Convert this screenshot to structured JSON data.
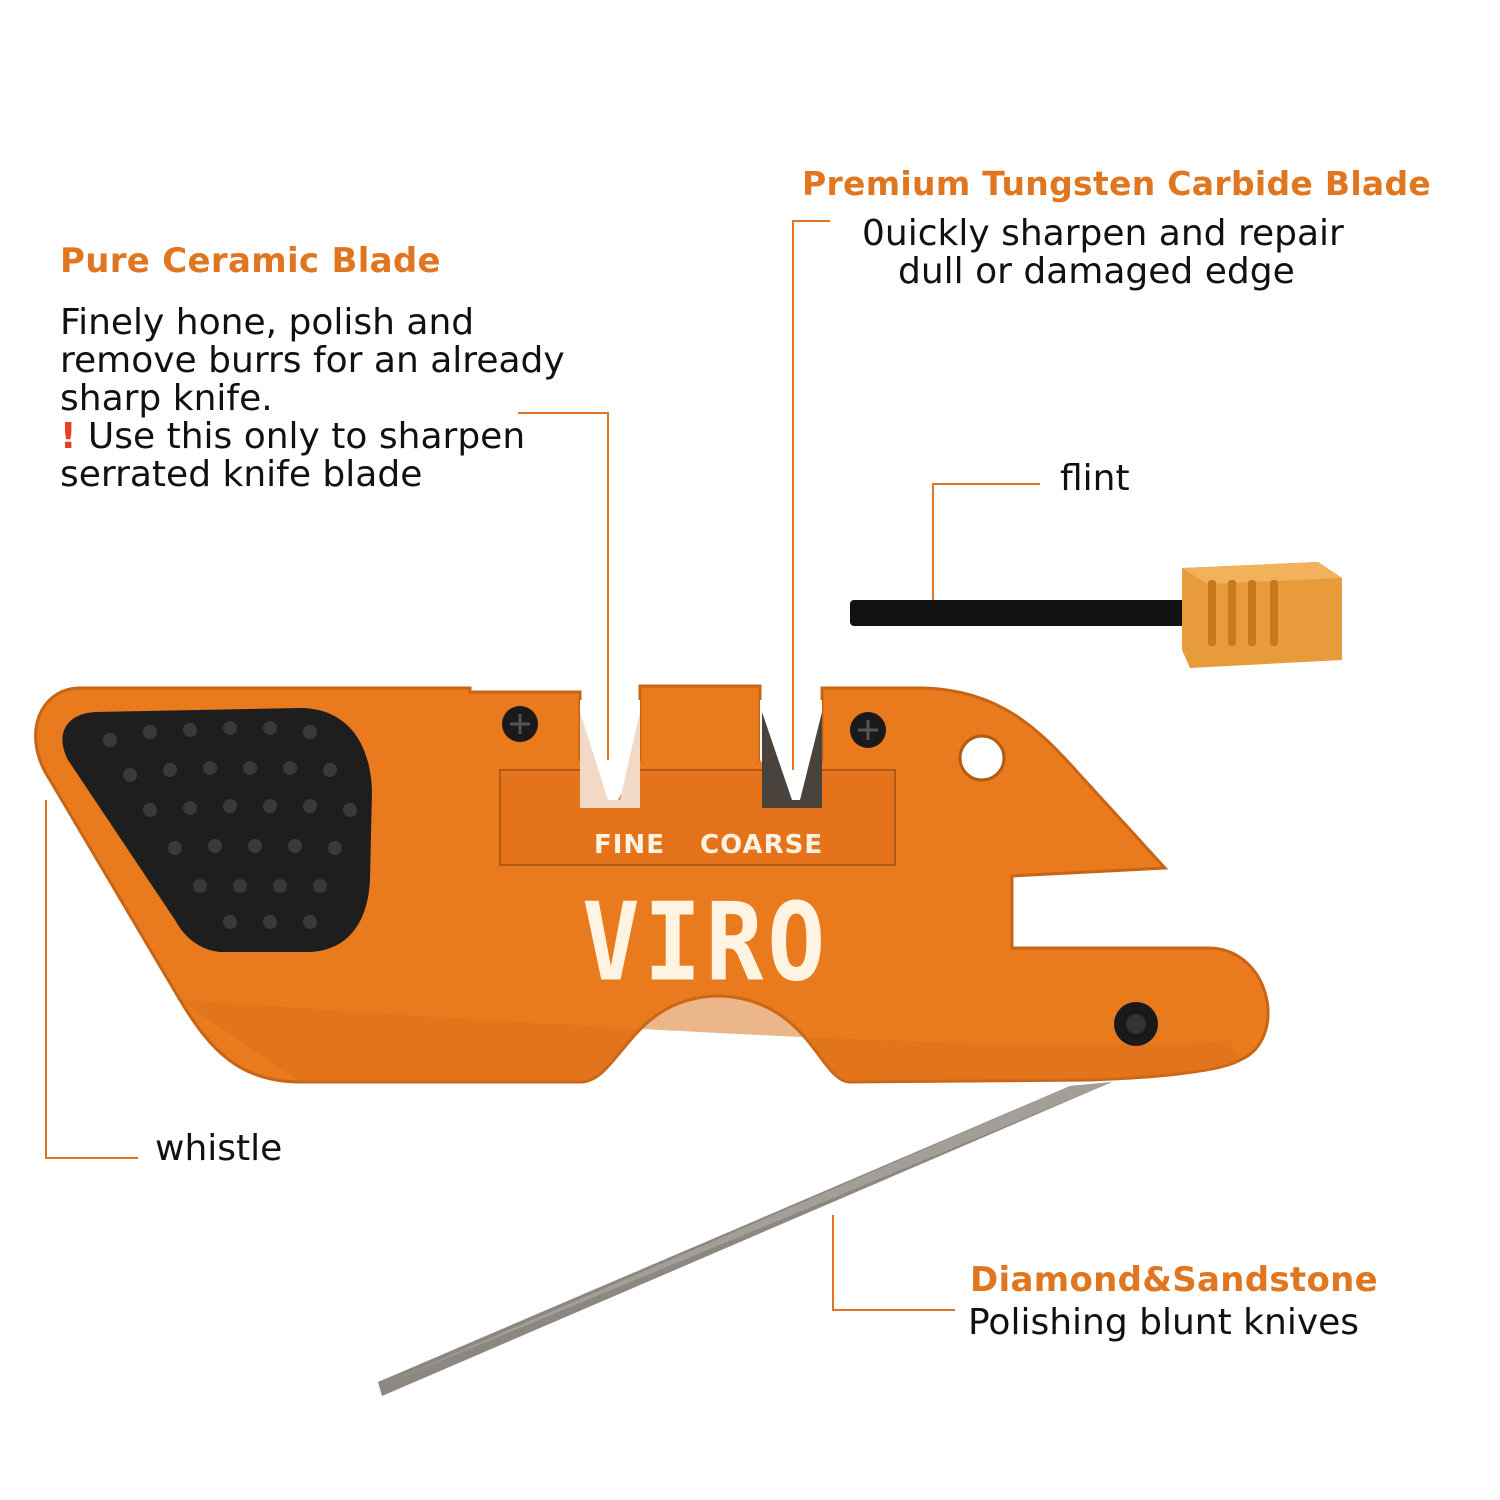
{
  "colors": {
    "accent": "#E0761F",
    "body_orange": "#EA7A1E",
    "grip_black": "#1B1B1B",
    "text": "#111111",
    "warning": "#E8401F"
  },
  "callouts": {
    "ceramic": {
      "title": "Pure Ceramic Blade",
      "lines": [
        "Finely hone, polish and",
        "remove burrs for an already",
        "sharp knife."
      ],
      "warning_mark": "!",
      "warning_lines": [
        "Use this only to sharpen",
        "serrated knife blade"
      ]
    },
    "tungsten": {
      "title": "Premium Tungsten Carbide Blade",
      "lines": [
        "0uickly sharpen and repair",
        "dull or damaged edge"
      ]
    },
    "flint": {
      "label": "flint"
    },
    "whistle": {
      "label": "whistle"
    },
    "diamond": {
      "title": "Diamond&Sandstone",
      "line": "Polishing blunt knives"
    }
  },
  "product": {
    "brand": "VIRO",
    "slot_fine": "FINE",
    "slot_coarse": "COARSE"
  }
}
